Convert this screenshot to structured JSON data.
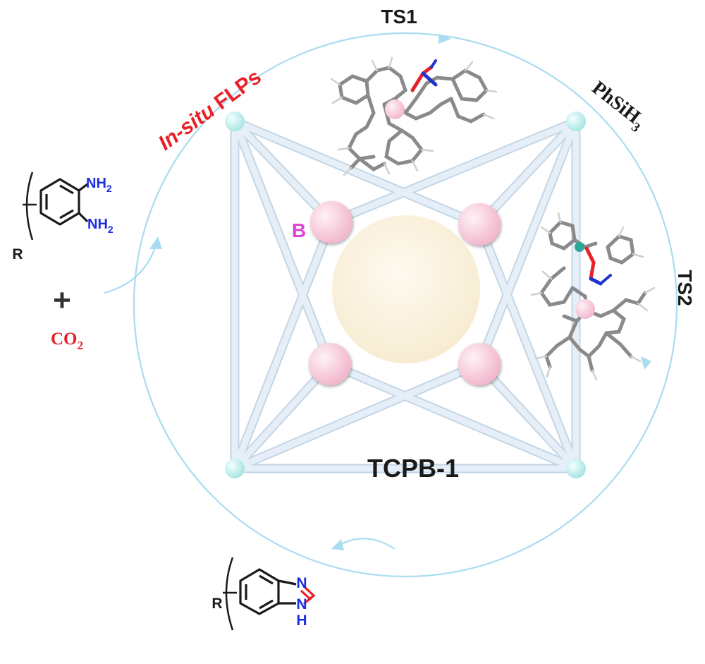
{
  "labels": {
    "ts1": "TS1",
    "ts2": "TS2",
    "silane_main": "PhSiH",
    "silane_sub": "3",
    "in_situ": "In-situ",
    "flps": "FLPs",
    "boron": "B",
    "framework": "TCPB-1",
    "plus": "+",
    "co2_main": "CO",
    "co2_sub": "2",
    "r_reactant": "R",
    "nh2_top": "NH",
    "nh2_top_sub": "2",
    "nh2_bottom": "NH",
    "nh2_bottom_sub": "2",
    "r_product": "R",
    "n_product": "N",
    "nh_product": "H",
    "nh_product_n": "N"
  },
  "colors": {
    "cycle": "#a9dcef",
    "strut": "#dbe8f3",
    "strut_edge": "#c3d6e6",
    "node": "#c6f0ef",
    "boron_node": "#f6c9d9",
    "core": "#fbf3e1",
    "red_label": "#e8202a",
    "amine_blue": "#1a2ee0",
    "boron_label": "#e040d8",
    "dark": "#1a1a1a"
  }
}
